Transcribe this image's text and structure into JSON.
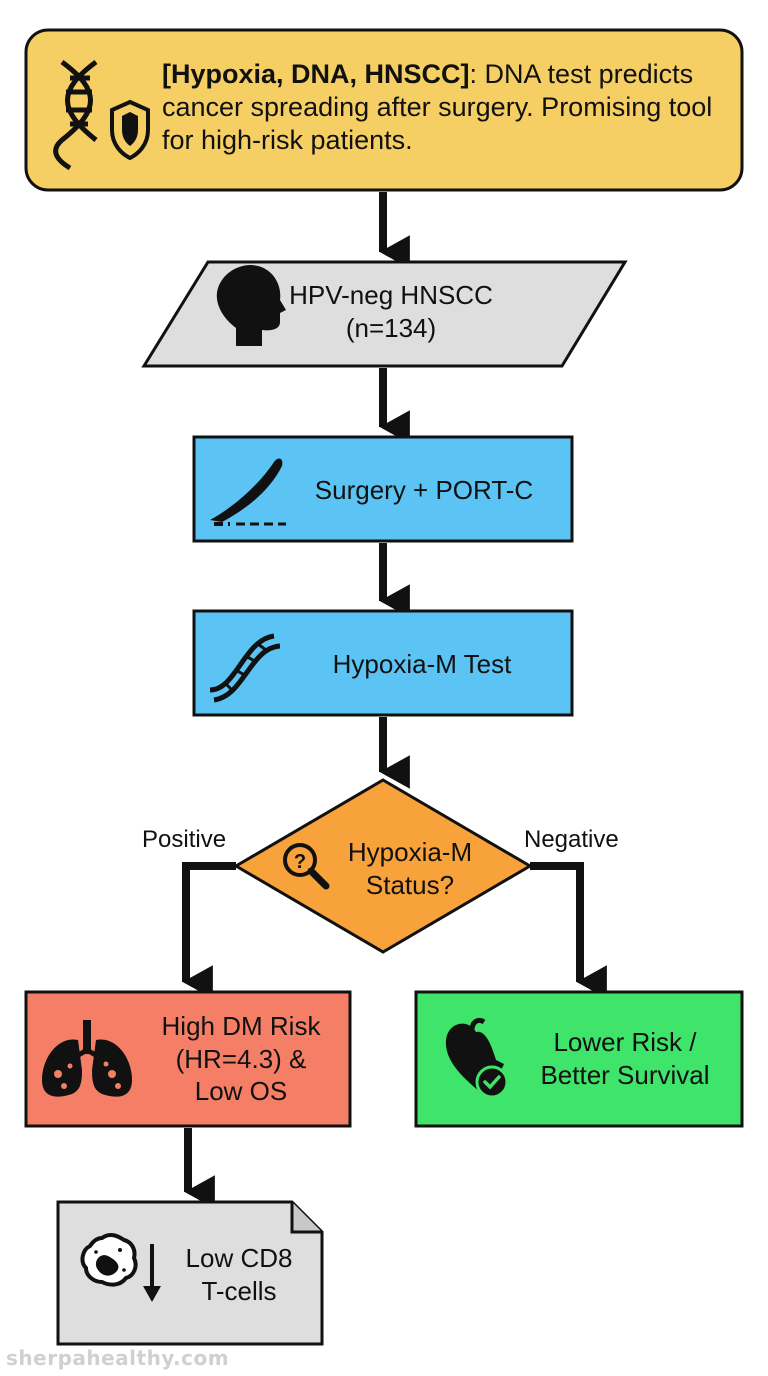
{
  "header": {
    "tag": "[Hypoxia, DNA, HNSCC]",
    "text": ": DNA test predicts cancer spreading after surgery. Promising tool for high-risk patients."
  },
  "nodes": {
    "cohort": {
      "line1": "HPV-neg HNSCC",
      "line2": "(n=134)"
    },
    "surgery": {
      "label": "Surgery + PORT-C"
    },
    "test": {
      "label": "Hypoxia-M Test"
    },
    "decision": {
      "line1": "Hypoxia-M",
      "line2": "Status?"
    },
    "high_risk": {
      "line1": "High DM Risk",
      "line2": "(HR=4.3) &",
      "line3": "Low OS"
    },
    "low_risk": {
      "line1": "Lower Risk /",
      "line2": "Better Survival"
    },
    "tcells": {
      "line1": "Low CD8",
      "line2": "T-cells"
    }
  },
  "branches": {
    "positive": "Positive",
    "negative": "Negative"
  },
  "watermark": "sherpahealthy.com",
  "colors": {
    "header": "#f5cf63",
    "cohort": "#dedede",
    "process": "#5bc4f5",
    "decision": "#f7a23b",
    "high_risk": "#f47f66",
    "low_risk": "#3fe46a",
    "document": "#dedede"
  }
}
